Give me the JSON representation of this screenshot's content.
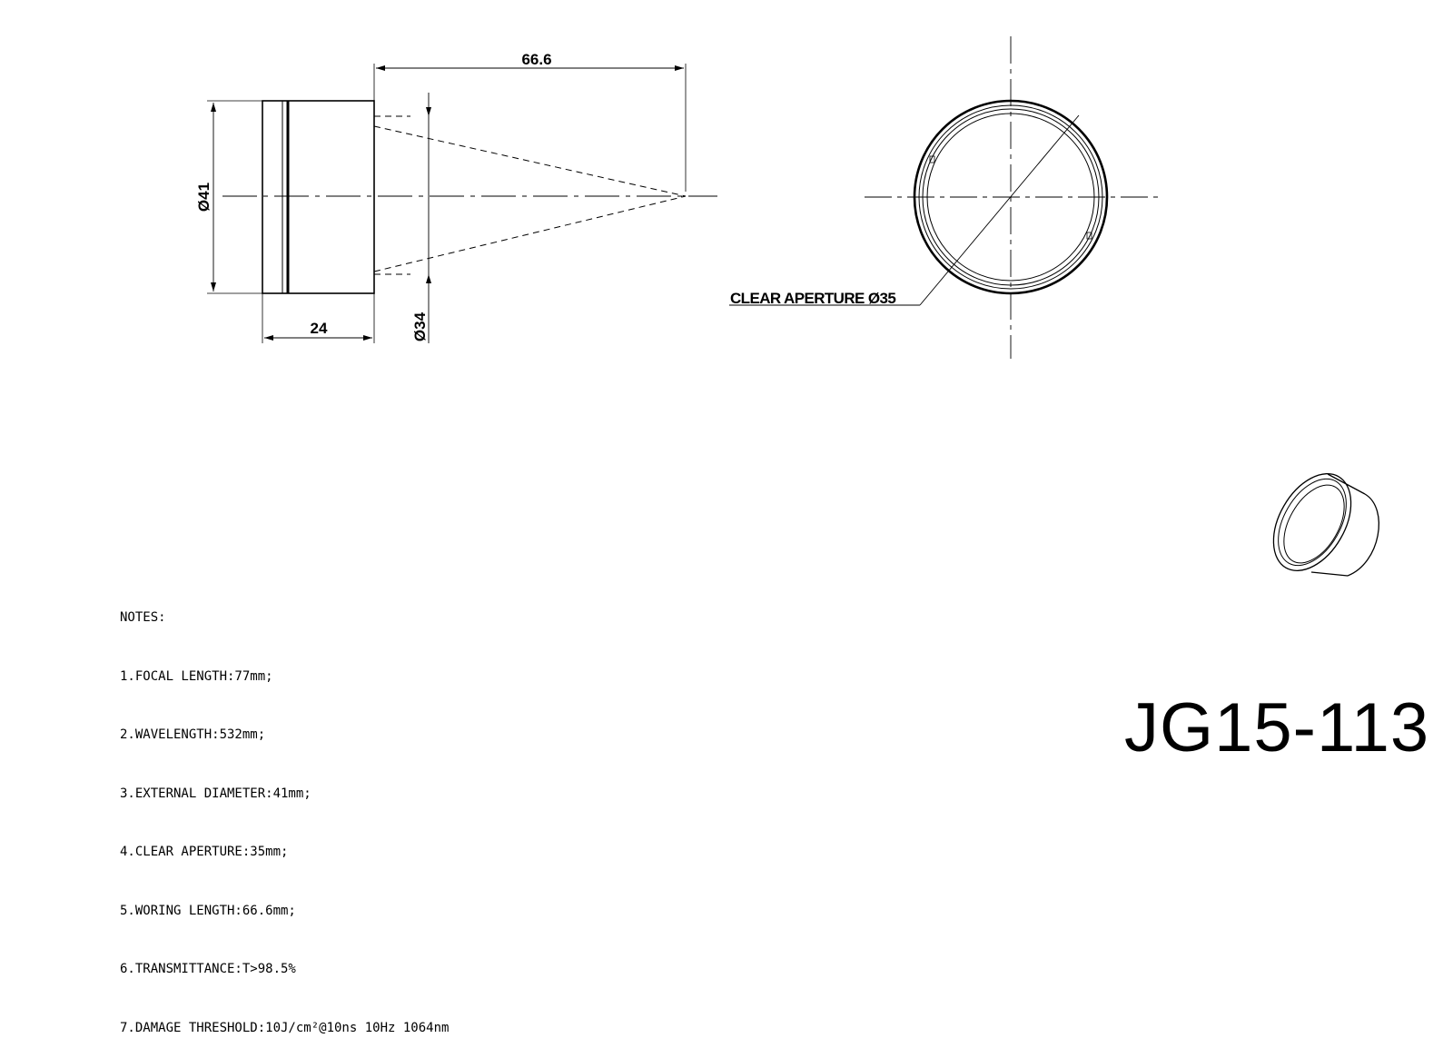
{
  "dimensions": {
    "working_length": "66.6",
    "outer_diameter": "Ø41",
    "body_length": "24",
    "beam_diameter": "Ø34",
    "clear_aperture": "CLEAR APERTURE Ø35"
  },
  "notes": {
    "heading": "NOTES:",
    "items": [
      "1.FOCAL LENGTH:77mm;",
      "2.WAVELENGTH:532mm;",
      "3.EXTERNAL DIAMETER:41mm;",
      "4.CLEAR APERTURE:35mm;",
      "5.WORING LENGTH:66.6mm;",
      "6.TRANSMITTANCE:T>98.5%",
      "7.DAMAGE THRESHOLD:10J/cm²@10ns 10Hz 1064nm"
    ]
  },
  "part_number": "JG15-113",
  "colors": {
    "line": "#000000",
    "background": "#ffffff"
  }
}
